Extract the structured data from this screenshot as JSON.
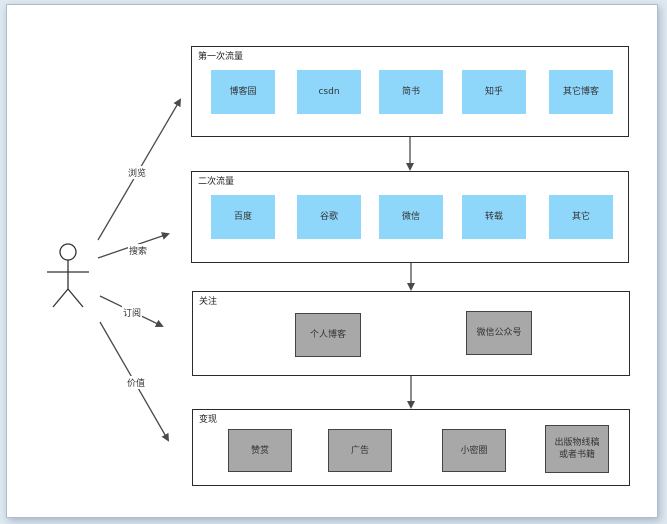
{
  "diagram": {
    "actor": {
      "icon": "stick-figure-icon"
    },
    "edges": [
      {
        "label": "浏览"
      },
      {
        "label": "搜索"
      },
      {
        "label": "订阅"
      },
      {
        "label": "价值"
      }
    ],
    "panels": [
      {
        "title": "第一次流量",
        "items": [
          "博客园",
          "csdn",
          "简书",
          "知乎",
          "其它博客"
        ]
      },
      {
        "title": "二次流量",
        "items": [
          "百度",
          "谷歌",
          "微信",
          "转载",
          "其它"
        ]
      },
      {
        "title": "关注",
        "items": [
          "个人博客",
          "微信公众号"
        ]
      },
      {
        "title": "变现",
        "items": [
          "赞赏",
          "广告",
          "小密圈",
          "出版物线稿或者书籍"
        ]
      }
    ],
    "colors": {
      "blue_box": "#8fd6fb",
      "gray_box": "#a8a8a8",
      "stroke": "#2b2b2b"
    }
  }
}
